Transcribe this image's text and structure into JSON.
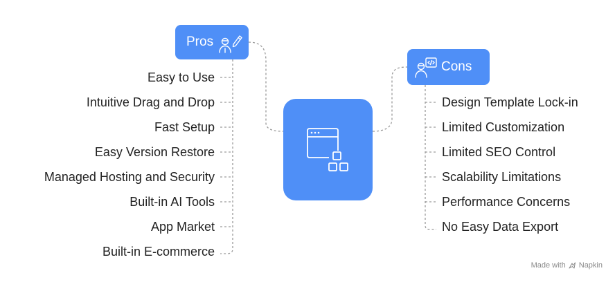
{
  "pros": {
    "title": "Pros",
    "items": [
      "Easy to Use",
      "Intuitive Drag and Drop",
      "Fast Setup",
      "Easy Version Restore",
      "Managed Hosting and Security",
      "Built-in AI Tools",
      "App Market",
      "Built-in E-commerce"
    ]
  },
  "cons": {
    "title": "Cons",
    "items": [
      "Design Template Lock-in",
      "Limited Customization",
      "Limited SEO Control",
      "Scalability Limitations",
      "Performance Concerns",
      "No Easy Data Export"
    ]
  },
  "footer": {
    "made_with": "Made with",
    "brand": "Napkin"
  },
  "colors": {
    "box": "#4f8ff7",
    "text": "#222222",
    "connector": "#9a9a9a"
  },
  "icons": {
    "center": "browser-window-blocks-icon",
    "pros": "person-pencil-icon",
    "cons": "person-code-icon"
  }
}
